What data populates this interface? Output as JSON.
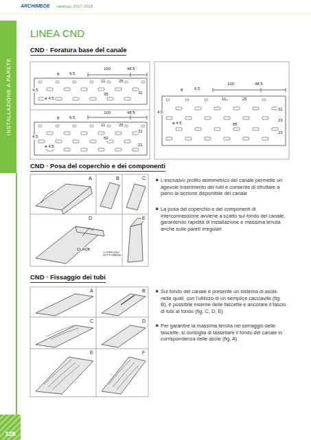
{
  "diagram": {
    "title": "LINEA CND",
    "nodes": [
      {
        "text": [
          "INSTALLAZIONE A PARETE"
        ]
      },
      {
        "text": [
          "128"
        ]
      }
    ],
    "labels": [
      "ARCHIMEDE",
      "catalogo 2017-2018",
      "CND · Foratura base del canale",
      "100",
      "48.5",
      "8",
      "11",
      "25",
      "6.5",
      "4.5",
      "ø 4.5",
      "35",
      "31",
      "100",
      "48.5",
      "8",
      "6.5",
      "11",
      "25",
      "4.5",
      "ø 4.5",
      "60",
      "31",
      "21",
      "100",
      "48.5",
      "8",
      "6.5",
      "11",
      "25",
      "4.5",
      "ø 4.5",
      "85",
      "31",
      "23",
      "23",
      "CND · Posa del coperchio e dei componenti",
      "A",
      "B",
      "C",
      "D",
      "E",
      "CLACK",
      "COPERCHIO SOTTOMESSO",
      "L'esclusivo profilo asimmetrico del canale permette un agevole inserimento dei tubi e consente di sfruttare a pieno la sezione disponibile del canale",
      "La posa del coperchio e dei componenti di interconnessione avviene a scatto sul fondo del canale, garantendo rapidità di installazione e massima tenuta anche sulle pareti irregolari",
      "CND · Fissaggio dei tubi",
      "A",
      "B",
      "C",
      "D",
      "E",
      "F",
      "Sul fondo del canale è presente un sistema di asole nelle quali, con l'utilizzo di un semplice cacciavite (fig. B), è possibile inserire delle fascette e ancorare il fascio di tubi al fondo (fig. C, D, E)",
      "Per garantire la massima tenuta nel serraggio delle fascette, si consiglia di tassellare il fondo del canale in corrispondenza delle asole (fig. A)"
    ]
  }
}
